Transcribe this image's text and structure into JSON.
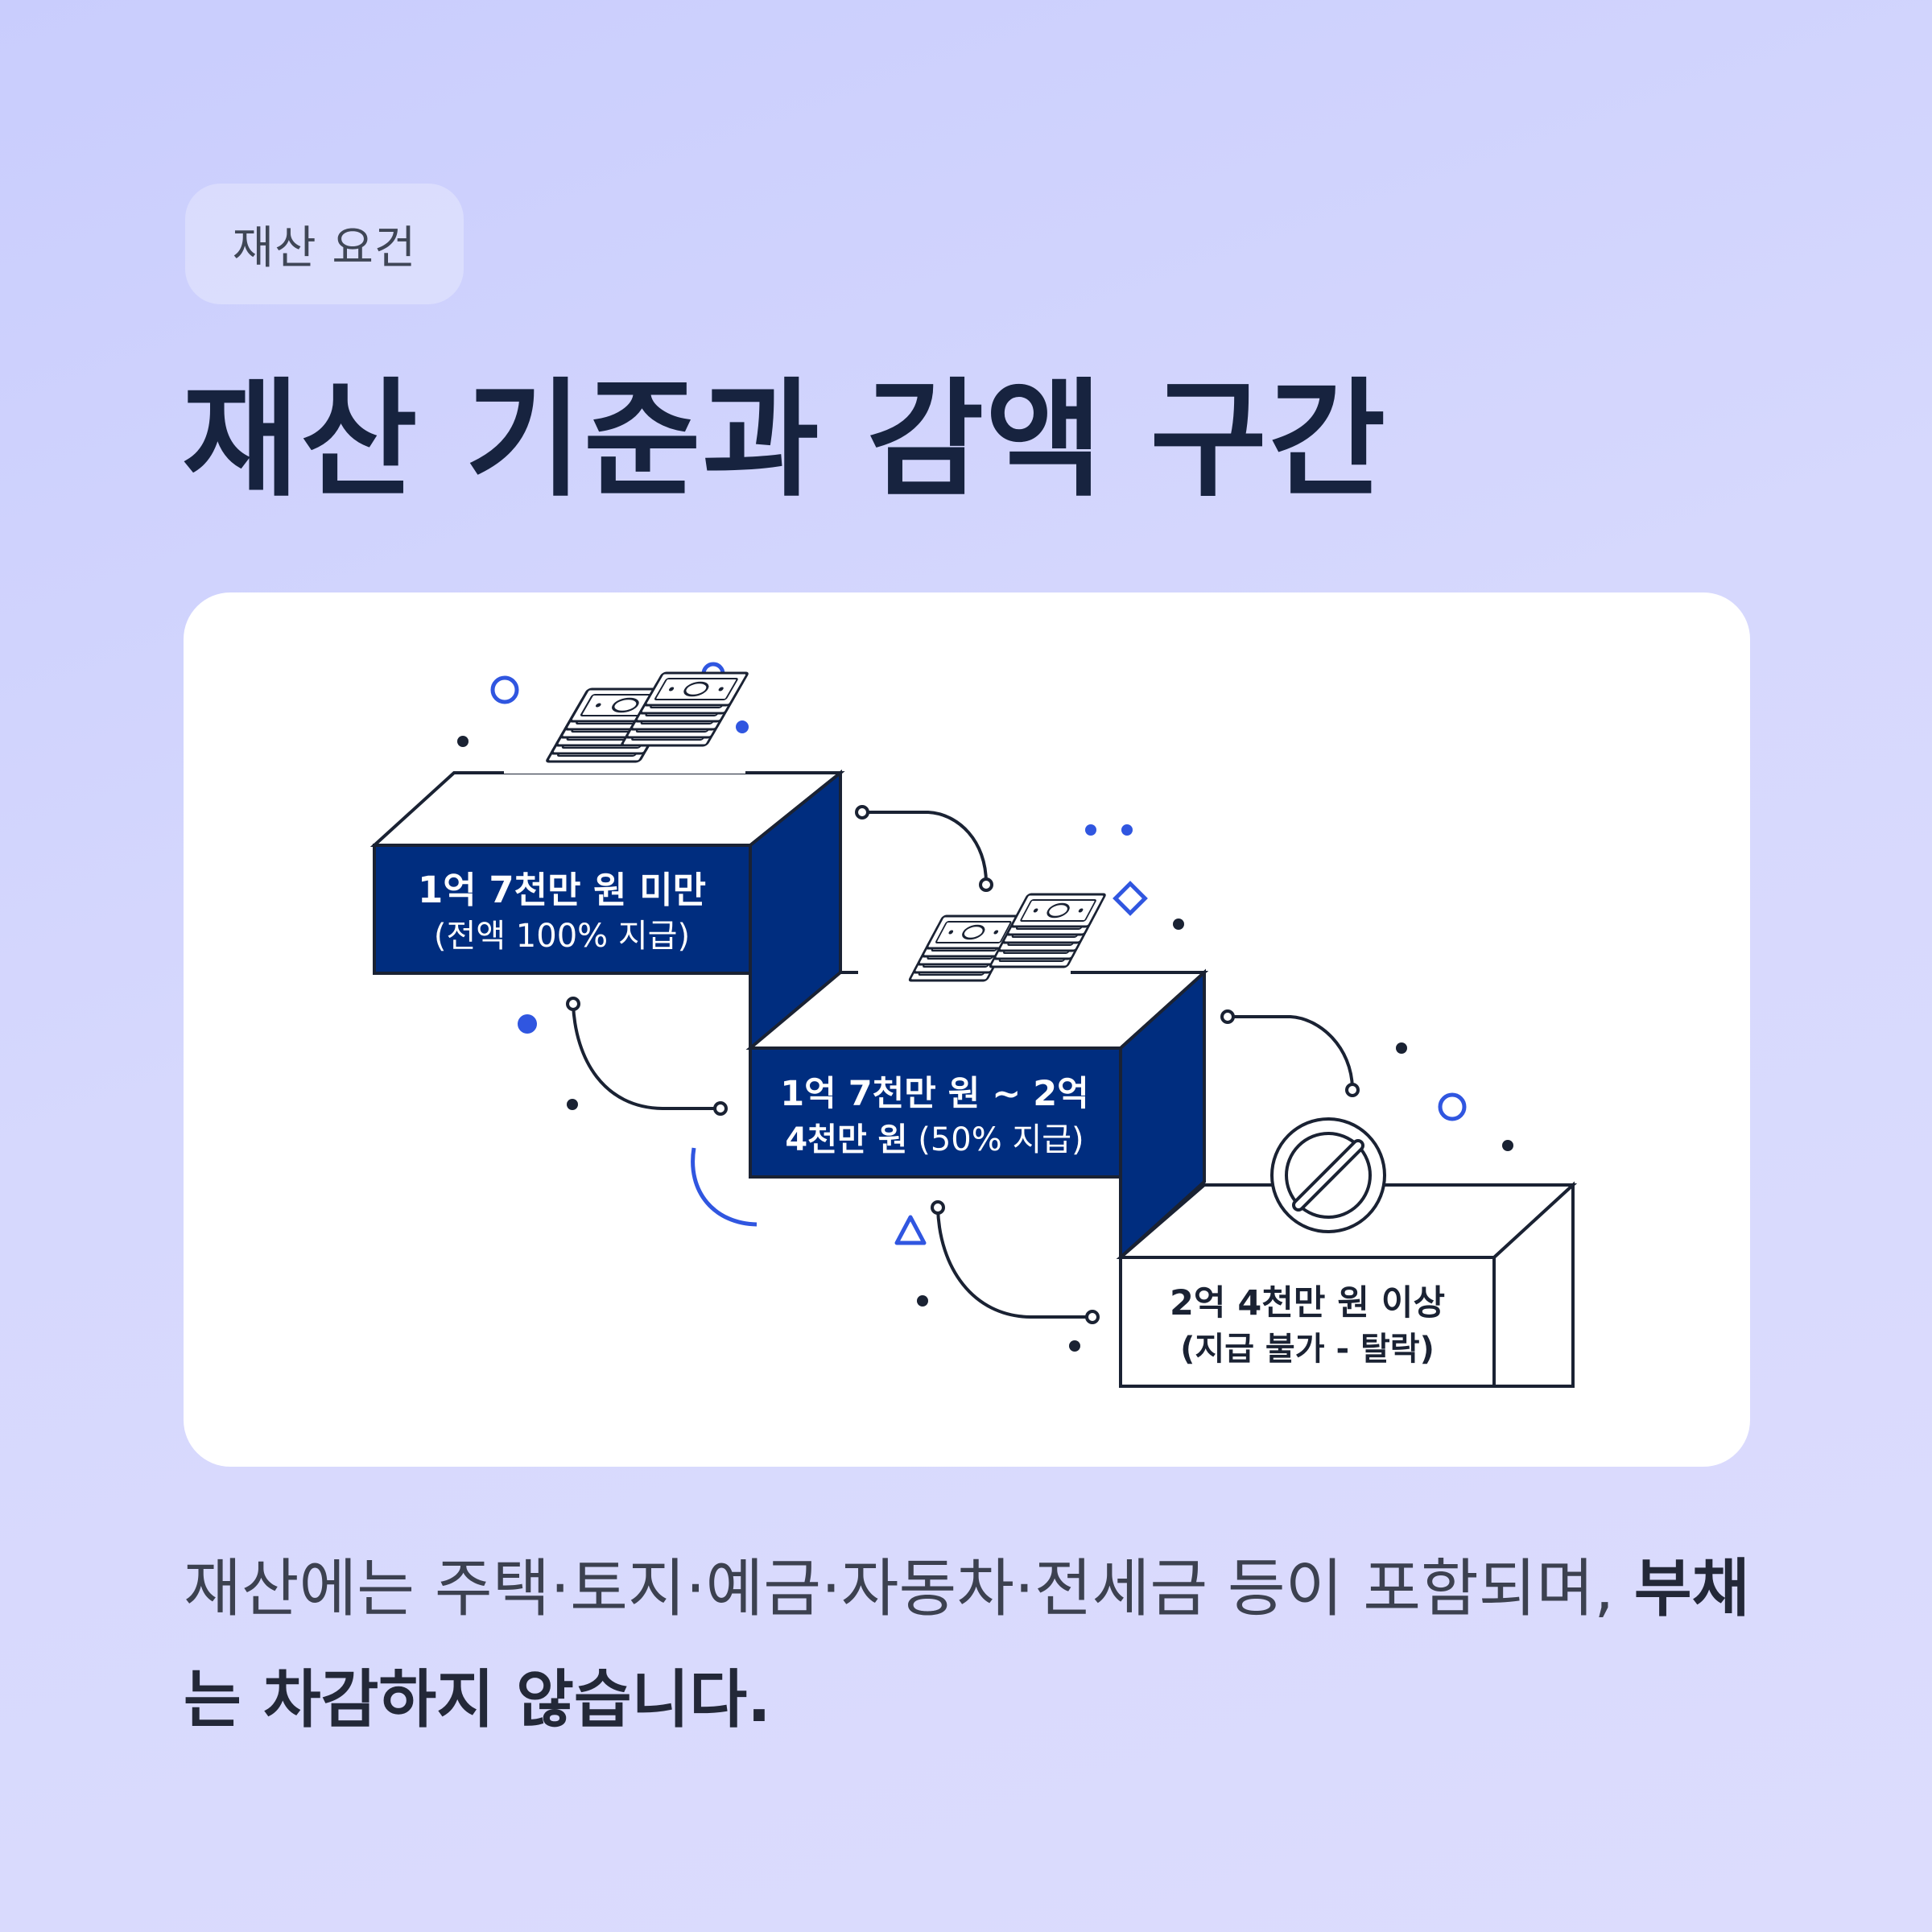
{
  "tag": {
    "label": "재산 요건"
  },
  "title": "재산 기준과 감액 구간",
  "steps": [
    {
      "line1": "1억 7천만 원 미만",
      "line2": "(전액 100% 지급)"
    },
    {
      "line1_a": "1억 7천만 원 ~ 2억",
      "line2_bold": "4천만 원",
      "line2_rest": " (50% 지급)"
    },
    {
      "line1": "2억 4천만 원 이상",
      "line2": "(지급 불가 - 탈락)"
    }
  ],
  "description": {
    "plain": "재산에는 주택·토지·예금·자동차·전세금 등이 포함되며, ",
    "bold": "부채는 차감하지 않습니다."
  },
  "icons": {
    "step1": "money-stack-icon",
    "step2": "money-stacks-icon",
    "step3": "prohibited-icon"
  },
  "colors": {
    "navy": "#002d7f",
    "accent_blue": "#3056e0",
    "line": "#1a2233",
    "title": "#17233f"
  }
}
